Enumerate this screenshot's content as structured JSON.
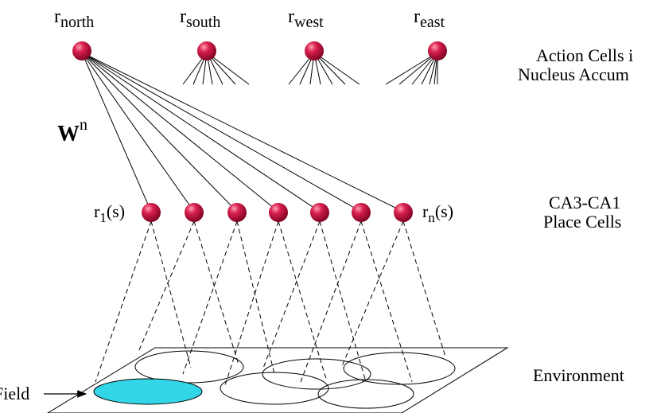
{
  "action_cells": [
    {
      "base": "r",
      "sub": "north"
    },
    {
      "base": "r",
      "sub": "south"
    },
    {
      "base": "r",
      "sub": "west"
    },
    {
      "base": "r",
      "sub": "east"
    }
  ],
  "weight_label": {
    "base": "W",
    "sup": "n"
  },
  "place_cells": {
    "first": {
      "base": "r",
      "sub": "1",
      "arg": "(s)"
    },
    "last": {
      "base": "r",
      "sub": "n",
      "arg": "(s)"
    },
    "count": 7
  },
  "side_labels": {
    "action_line1": "Action Cells i",
    "action_line2": "Nucleus Accum",
    "place_line1": "CA3-CA1",
    "place_line2": "Place Cells",
    "environment": "Environment",
    "field": "Field"
  },
  "colors": {
    "neuron": "#c0103a",
    "neuron_highlight": "#ff8aa0",
    "field_fill": "#33d6e6",
    "line": "#000000"
  }
}
